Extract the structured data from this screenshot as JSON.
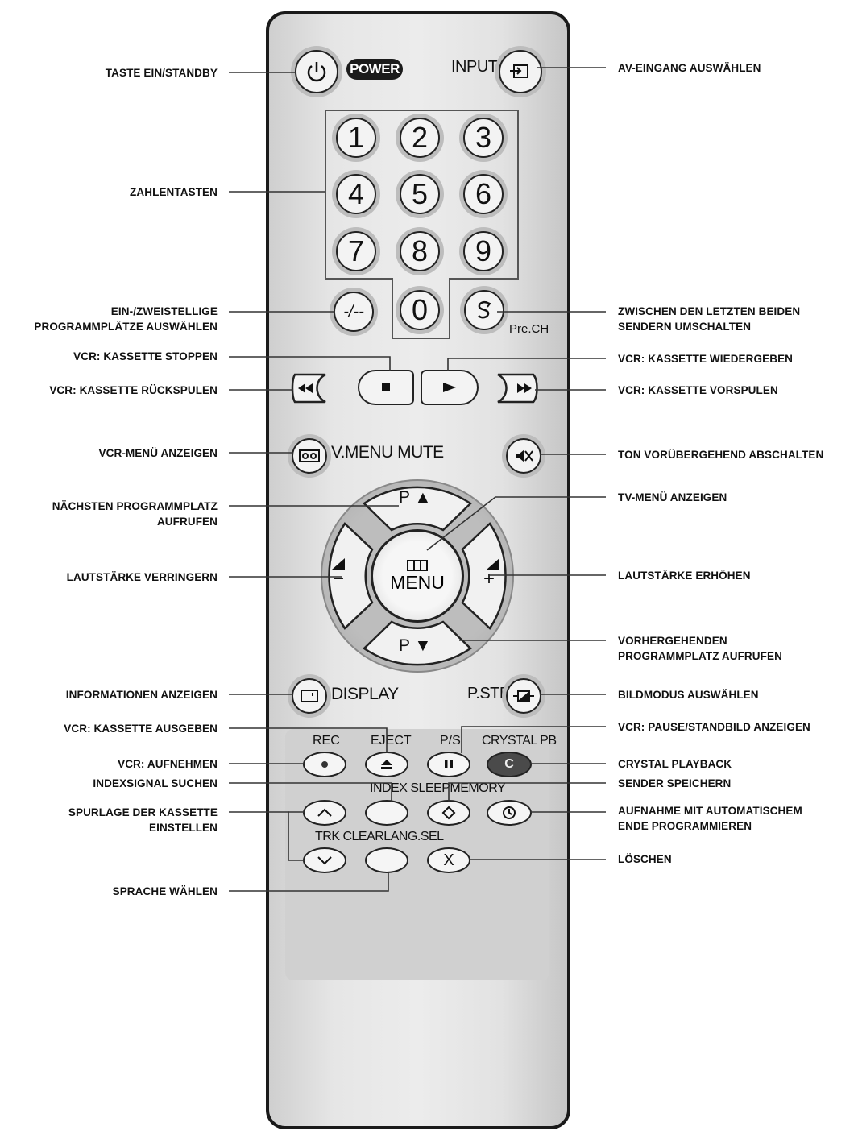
{
  "labels_left": [
    {
      "id": "power",
      "lines": [
        "TASTE EIN/STANDBY"
      ]
    },
    {
      "id": "numbers",
      "lines": [
        "ZAHLENTASTEN"
      ]
    },
    {
      "id": "digits",
      "lines": [
        "EIN-/ZWEISTELLIGE",
        "PROGRAMMPLÄTZE AUSWÄHLEN"
      ]
    },
    {
      "id": "stop",
      "lines": [
        "VCR: KASSETTE STOPPEN"
      ]
    },
    {
      "id": "rewind",
      "lines": [
        "VCR: KASSETTE RÜCKSPULEN"
      ]
    },
    {
      "id": "vmenu",
      "lines": [
        "VCR-MENÜ ANZEIGEN"
      ]
    },
    {
      "id": "pup",
      "lines": [
        "NÄCHSTEN PROGRAMMPLATZ",
        "AUFRUFEN"
      ]
    },
    {
      "id": "voldown",
      "lines": [
        "LAUTSTÄRKE VERRINGERN"
      ]
    },
    {
      "id": "display",
      "lines": [
        "INFORMATIONEN ANZEIGEN"
      ]
    },
    {
      "id": "eject",
      "lines": [
        "VCR: KASSETTE AUSGEBEN"
      ]
    },
    {
      "id": "rec",
      "lines": [
        "VCR: AUFNEHMEN"
      ]
    },
    {
      "id": "index",
      "lines": [
        "INDEXSIGNAL SUCHEN"
      ]
    },
    {
      "id": "trk",
      "lines": [
        "SPURLAGE DER KASSETTE",
        "EINSTELLEN"
      ]
    },
    {
      "id": "lang",
      "lines": [
        "SPRACHE WÄHLEN"
      ]
    }
  ],
  "labels_right": [
    {
      "id": "input",
      "lines": [
        "AV-EINGANG AUSWÄHLEN"
      ]
    },
    {
      "id": "prech",
      "lines": [
        "ZWISCHEN DEN LETZTEN BEIDEN",
        "SENDERN UMSCHALTEN"
      ]
    },
    {
      "id": "play",
      "lines": [
        "VCR: KASSETTE WIEDERGEBEN"
      ]
    },
    {
      "id": "ff",
      "lines": [
        "VCR: KASSETTE VORSPULEN"
      ]
    },
    {
      "id": "mute",
      "lines": [
        "TON VORÜBERGEHEND ABSCHALTEN"
      ]
    },
    {
      "id": "tvmenu",
      "lines": [
        "TV-MENÜ ANZEIGEN"
      ]
    },
    {
      "id": "volup",
      "lines": [
        "LAUTSTÄRKE ERHÖHEN"
      ]
    },
    {
      "id": "pdown",
      "lines": [
        "VORHERGEHENDEN",
        "PROGRAMMPLATZ AUFRUFEN"
      ]
    },
    {
      "id": "pstd",
      "lines": [
        "BILDMODUS AUSWÄHLEN"
      ]
    },
    {
      "id": "ps",
      "lines": [
        "VCR: PAUSE/STANDBILD ANZEIGEN"
      ]
    },
    {
      "id": "crystal",
      "lines": [
        "CRYSTAL PLAYBACK"
      ]
    },
    {
      "id": "memory",
      "lines": [
        "SENDER SPEICHERN"
      ]
    },
    {
      "id": "sleep",
      "lines": [
        "AUFNAHME MIT AUTOMATISCHEM",
        "ENDE PROGRAMMIEREN"
      ]
    },
    {
      "id": "clear",
      "lines": [
        "LÖSCHEN"
      ]
    }
  ],
  "remote": {
    "power_text": "POWER",
    "input_text": "INPUT",
    "digits": [
      "1",
      "2",
      "3",
      "4",
      "5",
      "6",
      "7",
      "8",
      "9",
      "0"
    ],
    "dash_key": "-/--",
    "pre_ch": "Pre.CH",
    "vmenu_mute": "V.MENU MUTE",
    "p_up": "P ▲",
    "p_down": "P ▼",
    "menu": "MENU",
    "vol_minus": "−",
    "vol_plus": "+",
    "display": "DISPLAY",
    "pstd": "P.STD",
    "row1_labels": [
      "REC",
      "EJECT",
      "P/S",
      "CRYSTAL PB"
    ],
    "row2_label": "INDEX SLEEPMEMORY",
    "row3_label": "TRK CLEARLANG.SEL",
    "crystal_key": "C",
    "clear_key": "X"
  }
}
